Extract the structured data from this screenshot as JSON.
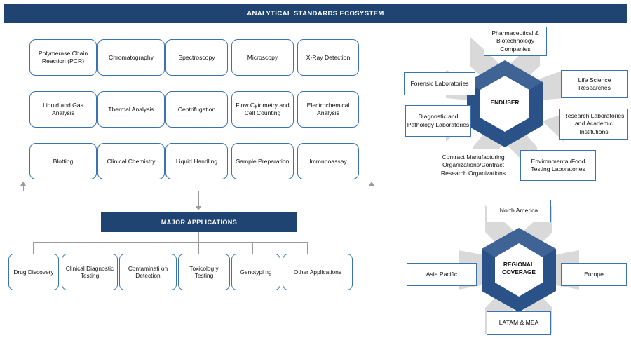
{
  "banner": {
    "title": "ANALYTICAL STANDARDS ECOSYSTEM"
  },
  "colors": {
    "dark_blue": "#1F4471",
    "border_blue": "#3A73AE",
    "connector_gray": "#9a9a9a",
    "wedge_gray": "#D9D9D9",
    "white": "#FFFFFF"
  },
  "techniques": {
    "rows": [
      [
        {
          "label": "Polymerase Chain Reaction (PCR)"
        },
        {
          "label": "Chromatography"
        },
        {
          "label": "Spectroscopy"
        },
        {
          "label": "Microscopy"
        },
        {
          "label": "X-Ray Detection"
        }
      ],
      [
        {
          "label": "Liquid and Gas Analysis"
        },
        {
          "label": "Thermal Analysis"
        },
        {
          "label": "Centrifugation"
        },
        {
          "label": "Flow Cytometry and Cell Counting"
        },
        {
          "label": "Electrochemical Analysis"
        }
      ],
      [
        {
          "label": "Blotting"
        },
        {
          "label": "Clinical Chemistry"
        },
        {
          "label": "Liquid Handling"
        },
        {
          "label": "Sample Preparation"
        },
        {
          "label": "Immunoassay"
        }
      ]
    ]
  },
  "major_applications": {
    "title": "MAJOR APPLICATIONS",
    "items": [
      {
        "label": "Drug Discovery"
      },
      {
        "label": "Clinical Diagnostic Testing"
      },
      {
        "label": "Contaminati on Detection"
      },
      {
        "label": "Toxicolog y Testing"
      },
      {
        "label": "Genotypi ng"
      },
      {
        "label": "Other Applications"
      }
    ]
  },
  "enduser": {
    "center_label": "ENDUSER",
    "nodes": [
      {
        "label": "Pharmaceutical & Biotechnology Companies",
        "position": "top"
      },
      {
        "label": "Forensic Laboratories",
        "position": "left-upper"
      },
      {
        "label": "Life Science Researches",
        "position": "right-upper"
      },
      {
        "label": "Diagnostic and Pathology Laboratories",
        "position": "left-lower"
      },
      {
        "label": "Research Laboratories and Academic Institutions",
        "position": "right-lower"
      },
      {
        "label": "Contract Manufacturing Organizations/Contract Research Organizations",
        "position": "bottom-left"
      },
      {
        "label": "Environmental/Food Testing Laboratories",
        "position": "bottom-right"
      }
    ]
  },
  "regional": {
    "center_label": "REGIONAL COVERAGE",
    "nodes": [
      {
        "label": "North America",
        "position": "top"
      },
      {
        "label": "Asia Pacific",
        "position": "left"
      },
      {
        "label": "Europe",
        "position": "right"
      },
      {
        "label": "LATAM & MEA",
        "position": "bottom"
      }
    ]
  }
}
